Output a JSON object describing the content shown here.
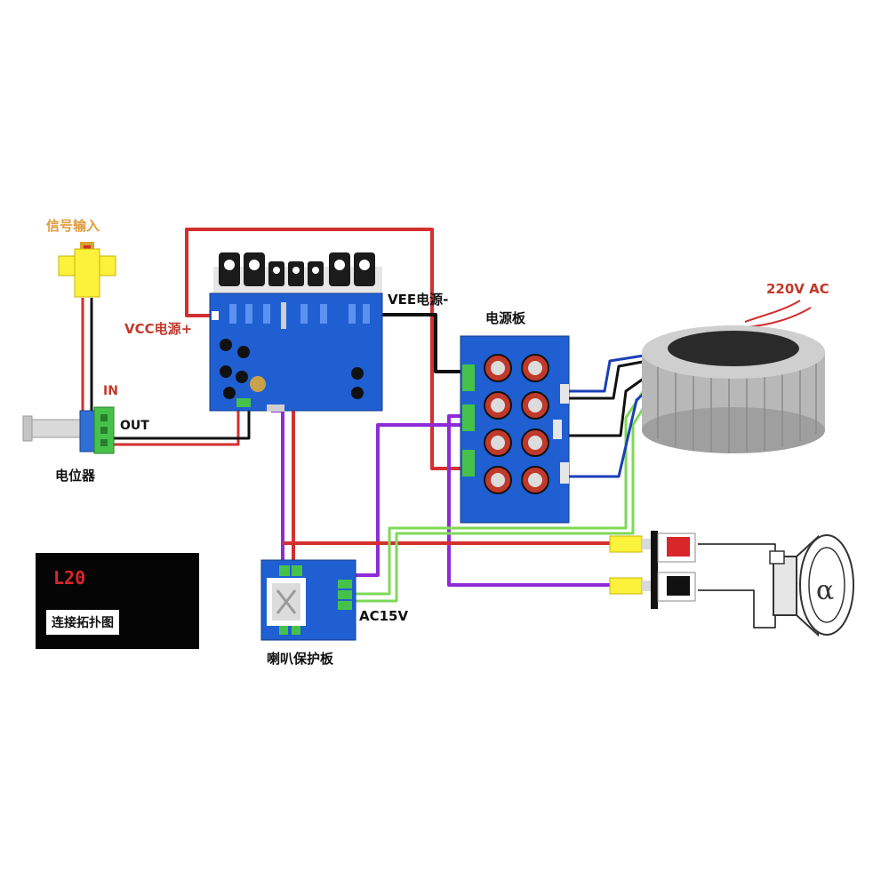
{
  "labels": {
    "signal_input": "信号输入",
    "vcc": "VCC电源+",
    "vee": "VEE电源-",
    "power_board": "电源板",
    "ac220": "220V AC",
    "in": "IN",
    "out": "OUT",
    "potentiometer": "电位器",
    "ac15": "AC15V",
    "speaker_protection": "喇叭保护板"
  },
  "legend": {
    "code": "L20",
    "caption": "连接拓扑图"
  },
  "colors": {
    "red_wire": "#d32f2f",
    "black_wire": "#111111",
    "purple_wire": "#8e2bd6",
    "green_wire": "#7ed957",
    "blue_wire": "#1c3fb8",
    "pcb_blue": "#1f5fd1",
    "label_red": "#c0392b",
    "label_orange": "#e39a3b"
  }
}
